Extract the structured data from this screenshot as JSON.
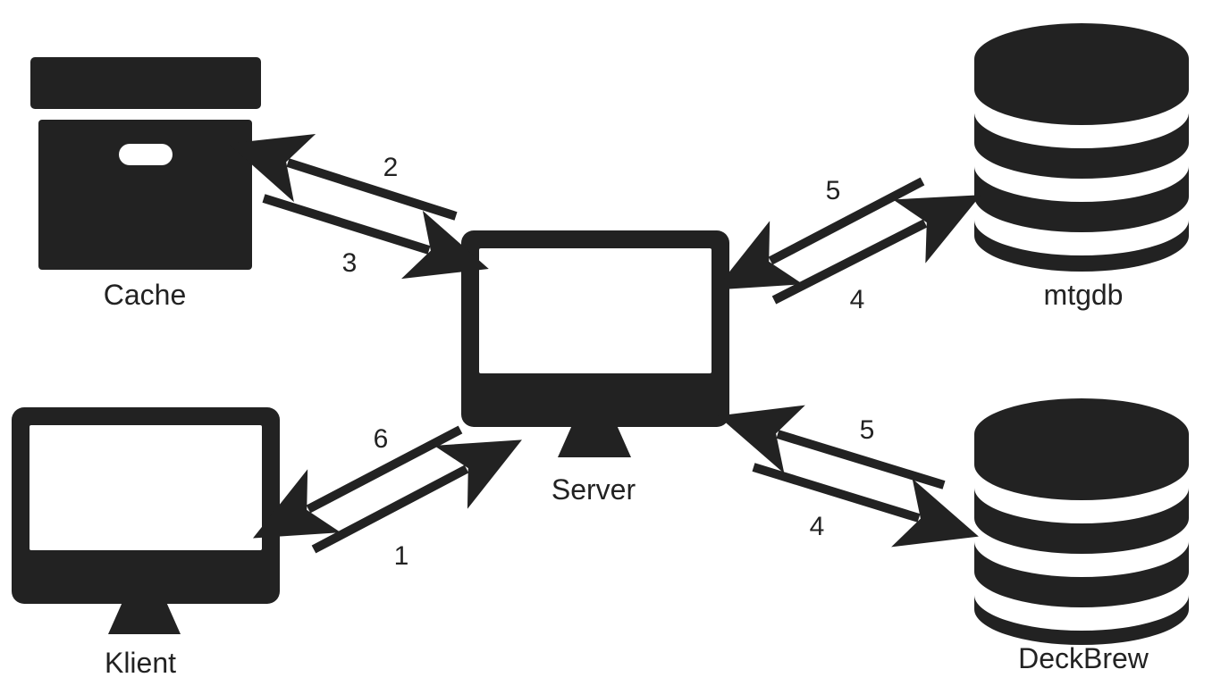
{
  "colors": {
    "ink": "#222222",
    "background": "#ffffff"
  },
  "nodes": {
    "cache": {
      "label": "Cache",
      "icon": "archive-box-icon"
    },
    "server": {
      "label": "Server",
      "icon": "monitor-icon"
    },
    "klient": {
      "label": "Klient",
      "icon": "monitor-icon"
    },
    "mtgdb": {
      "label": "mtgdb",
      "icon": "database-icon"
    },
    "deckbrew": {
      "label": "DeckBrew",
      "icon": "database-icon"
    }
  },
  "steps": {
    "s1": {
      "label": "1",
      "from": "Klient",
      "to": "Server"
    },
    "s2": {
      "label": "2",
      "from": "Server",
      "to": "Cache"
    },
    "s3": {
      "label": "3",
      "from": "Cache",
      "to": "Server"
    },
    "s4_mtgdb": {
      "label": "4",
      "from": "Server",
      "to": "mtgdb"
    },
    "s5_mtgdb": {
      "label": "5",
      "from": "mtgdb",
      "to": "Server"
    },
    "s4_deckbrew": {
      "label": "4",
      "from": "Server",
      "to": "DeckBrew"
    },
    "s5_deckbrew": {
      "label": "5",
      "from": "DeckBrew",
      "to": "Server"
    },
    "s6": {
      "label": "6",
      "from": "Server",
      "to": "Klient"
    }
  }
}
